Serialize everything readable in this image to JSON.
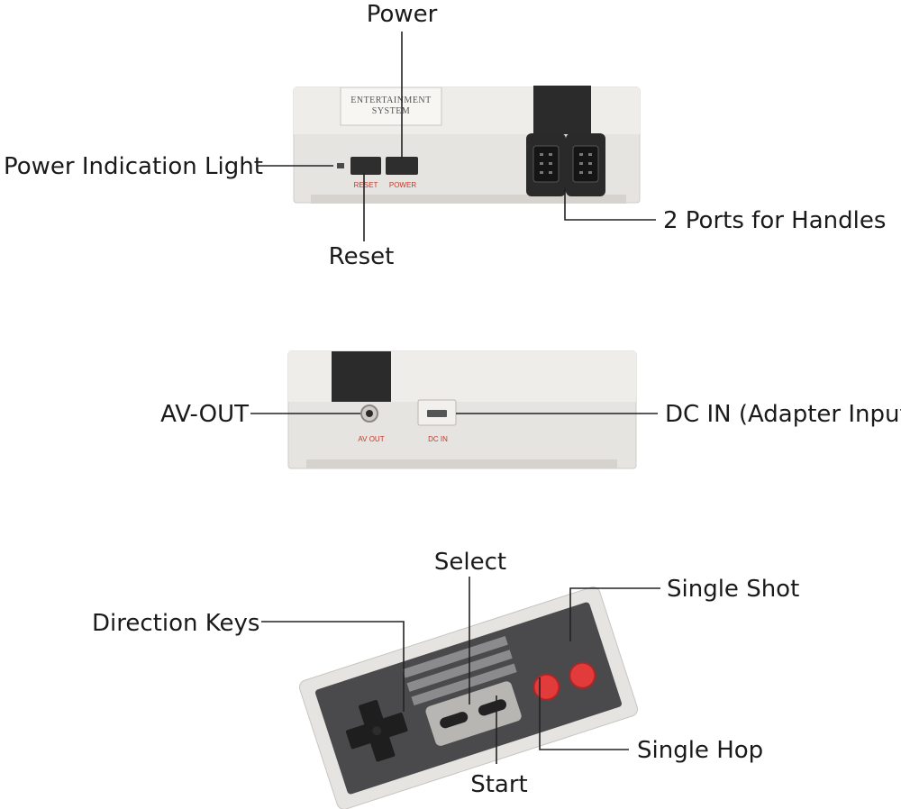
{
  "labels": {
    "power": "Power",
    "power_light": "Power Indication Light",
    "reset": "Reset",
    "ports": "2 Ports for Handles",
    "av_out": "AV-OUT",
    "dc_in": "DC IN (Adapter Input)",
    "select": "Select",
    "single_shot": "Single Shot",
    "direction_keys": "Direction Keys",
    "single_hop": "Single Hop",
    "start": "Start"
  },
  "console_print": {
    "plate_line1": "ENTERTAINMENT",
    "plate_line2": "SYSTEM",
    "reset_caption": "RESET",
    "power_caption": "POWER",
    "av_caption": "AV OUT",
    "dc_caption": "DC IN"
  },
  "colors": {
    "console_body": "#e6e4e1",
    "console_top": "#efedea",
    "dark_block": "#2b2b2b",
    "button_red": "#e23b3b",
    "caption_red": "#c0392b",
    "pad_panel": "#4a4a4c"
  }
}
